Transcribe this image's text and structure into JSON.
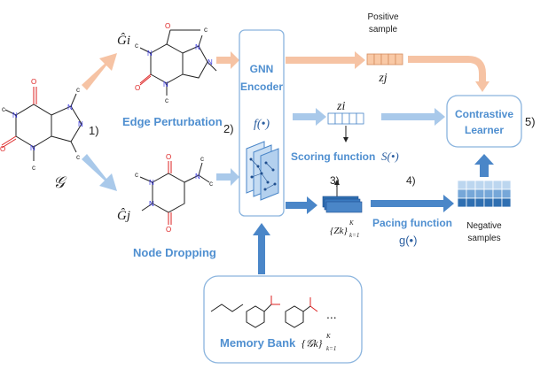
{
  "labels": {
    "edge_perturbation": "Edge Perturbation",
    "node_dropping": "Node Dropping",
    "gnn_encoder_line1": "GNN",
    "gnn_encoder_line2": "Encoder",
    "encoder_fn": "f(•)",
    "scoring_function": "Scoring function",
    "scoring_symbol": "S(•)",
    "pacing_function": "Pacing function",
    "pacing_symbol": "g(•)",
    "positive_sample_line1": "Positive",
    "positive_sample_line2": "sample",
    "negative_samples_line1": "Negative",
    "negative_samples_line2": "samples",
    "contrastive_line1": "Contrastive",
    "contrastive_line2": "Learner",
    "memory_bank": "Memory Bank",
    "memory_bank_symbol": "{𝒢k}",
    "memory_bank_range": "K",
    "memory_bank_sub": "k=1",
    "ellipsis": "...",
    "graph_symbol": "𝒢",
    "gi_hat": "Ĝi",
    "gj_hat": "Ĝj",
    "zi": "zi",
    "zj": "zj",
    "zk_set": "{Zk}",
    "zk_range": "K",
    "zk_sub": "k=1"
  },
  "steps": [
    "1)",
    "2)",
    "3)",
    "4)",
    "5)"
  ],
  "colors": {
    "orange_arrow": "#f6c3a4",
    "blue_arrow": "#4a86c8",
    "light_blue_arrow": "#a9c9ea",
    "label_blue": "#4f8fd0",
    "box_border": "#8ab4de",
    "orange_cell": "#f9c9a6",
    "neg_dark": "#2f6fb1",
    "neg_mid": "#76a7d8",
    "neg_light": "#bcd6ef"
  }
}
